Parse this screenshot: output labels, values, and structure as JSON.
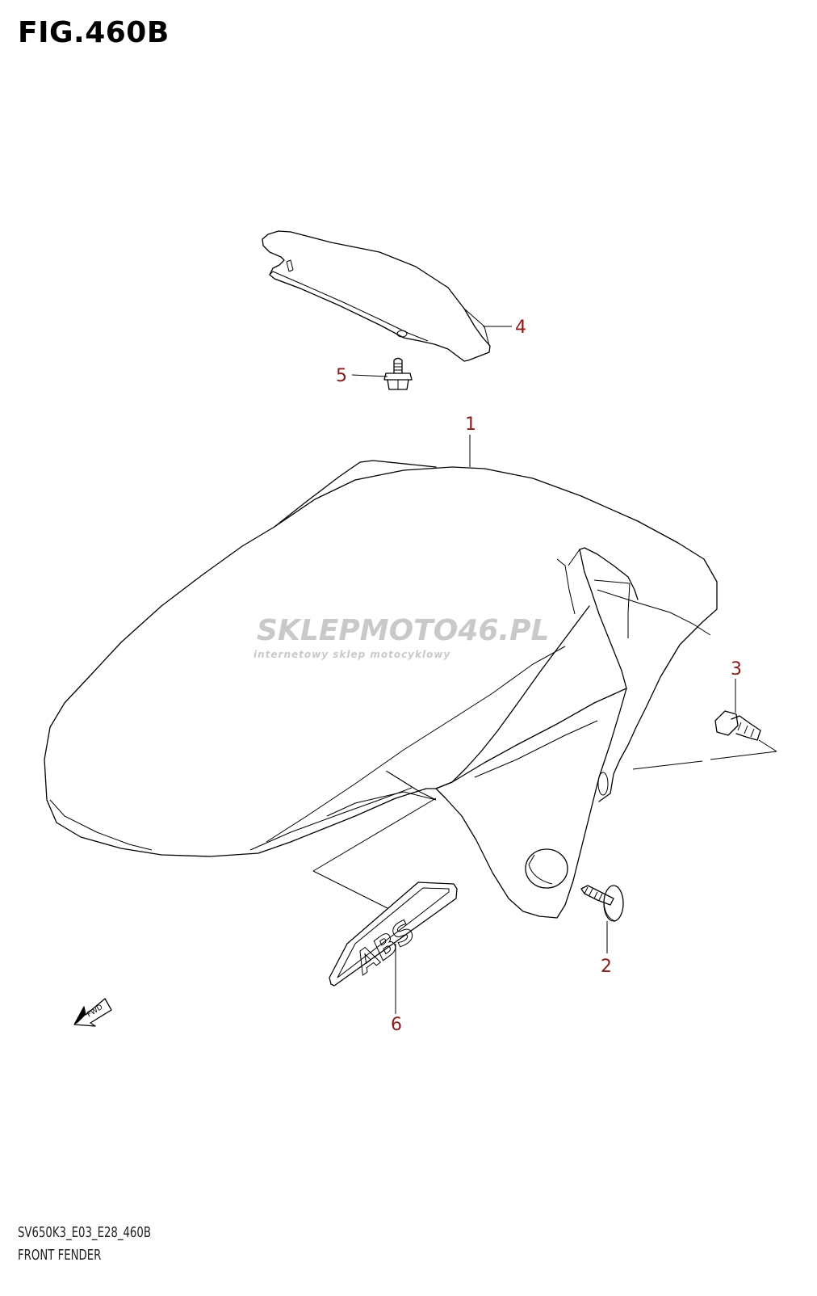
{
  "figure": {
    "title": "FIG.460B",
    "code": "SV650K3_E03_E28_460B",
    "name": "FRONT FENDER"
  },
  "callouts": [
    "1",
    "2",
    "3",
    "4",
    "5",
    "6"
  ],
  "watermark": {
    "brand_main": "SKLEPMOTO46.PL",
    "tagline": "internetowy sklep motocyklowy"
  },
  "direction_marker": "FWD",
  "decal_text": "ABS",
  "colors": {
    "callout": "#8b1a1a",
    "watermark_grey": "#c9c9c9",
    "watermark_red": "#e07a7a",
    "line": "#000000"
  }
}
